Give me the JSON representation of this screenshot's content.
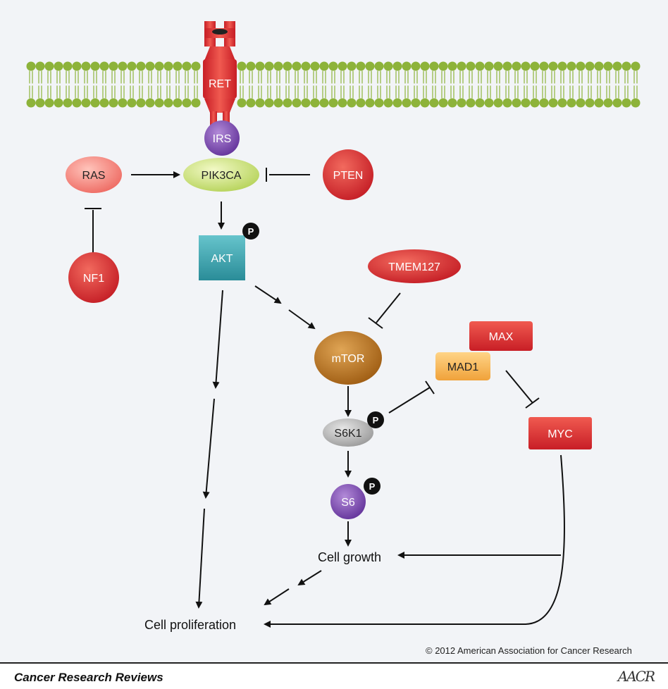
{
  "nodes": {
    "ret": "RET",
    "irs": "IRS",
    "ras": "RAS",
    "pik3ca": "PIK3CA",
    "pten": "PTEN",
    "akt": "AKT",
    "nf1": "NF1",
    "tmem127": "TMEM127",
    "mtor": "mTOR",
    "max": "MAX",
    "mad1": "MAD1",
    "s6k1": "S6K1",
    "myc": "MYC",
    "s6": "S6",
    "phospho": "P"
  },
  "outcomes": {
    "cell_growth": "Cell growth",
    "cell_proliferation": "Cell proliferation"
  },
  "copyright": "© 2012 American Association for Cancer Research",
  "journal": "Cancer Research Reviews",
  "publisher_logo": "AACR",
  "colors": {
    "membrane_green": "#8db33a",
    "red_node": "#d8242c",
    "pink_node": "#f07a72",
    "purple_node": "#7a4aa8",
    "lime_node": "#cfe27a",
    "teal_node": "#3aa6b2",
    "brown_node": "#b8741e",
    "orange_node": "#f7b24a",
    "gray_node": "#b4b4b4",
    "arrow": "#111111"
  }
}
